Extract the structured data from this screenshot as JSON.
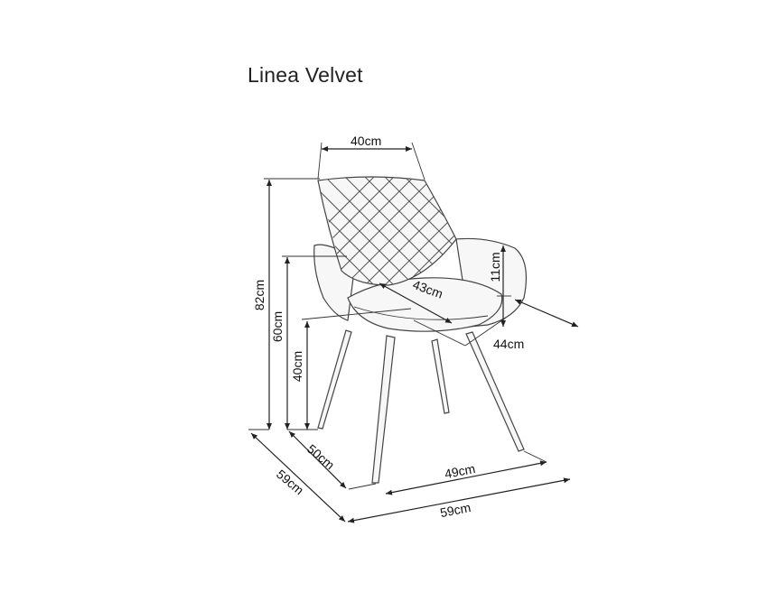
{
  "title": "Linea Velvet",
  "dimensions": {
    "back_width": "40cm",
    "total_height": "82cm",
    "armrest_height": "60cm",
    "seat_height": "40cm",
    "armrest_rise": "11cm",
    "seat_depth": "43cm",
    "seat_width": "44cm",
    "leg_depth": "50cm",
    "total_depth": "59cm",
    "leg_width": "49cm",
    "total_width": "59cm"
  },
  "colors": {
    "line": "#222222",
    "chair_fill": "#f7f7f7"
  }
}
